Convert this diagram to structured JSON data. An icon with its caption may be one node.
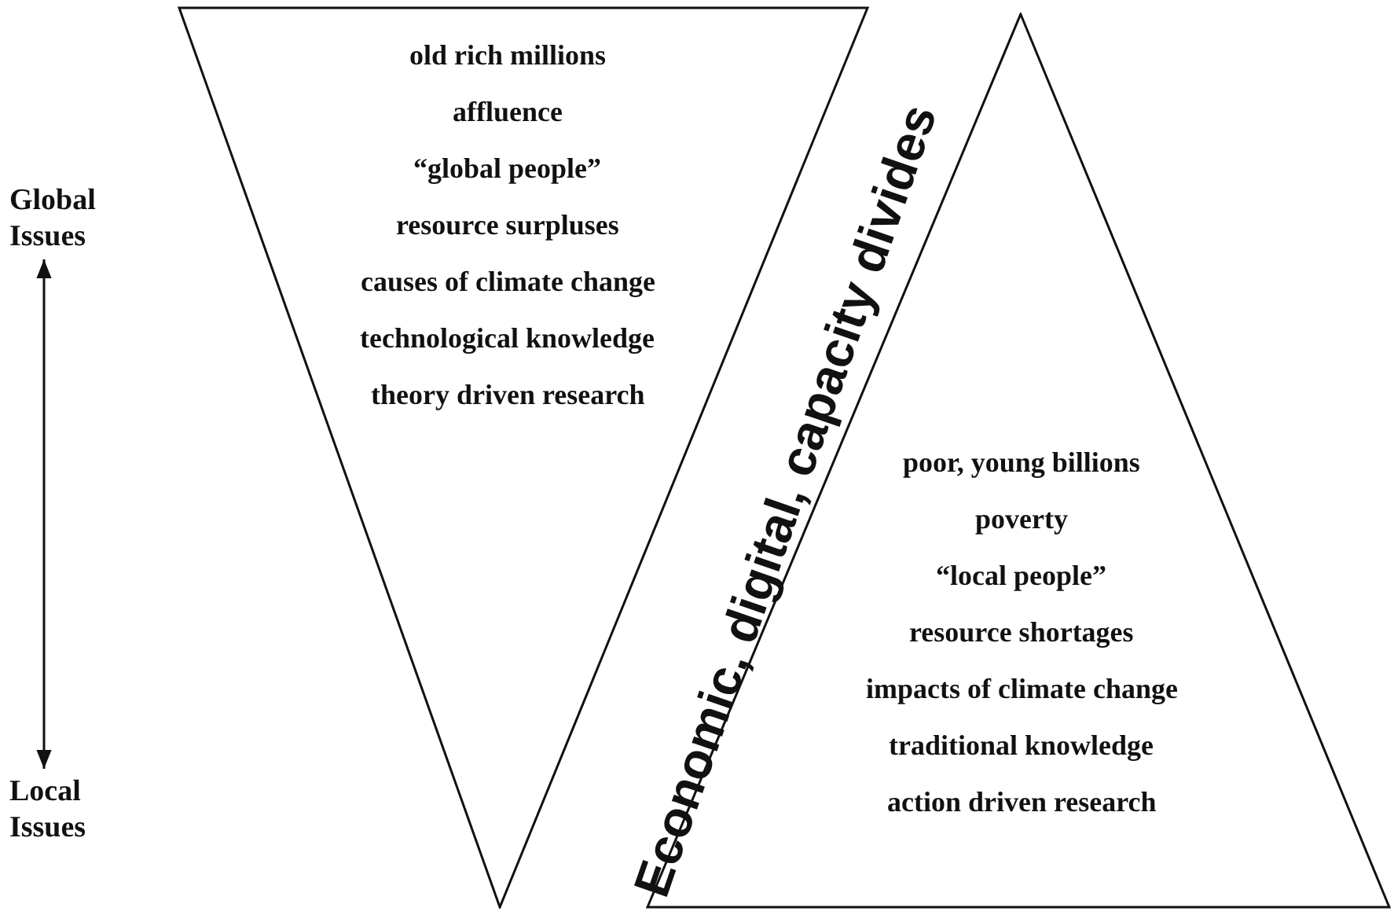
{
  "diagram": {
    "nodes": [
      {
        "text": [
          "Global Issues"
        ]
      },
      {
        "text": [
          "Local Issues"
        ]
      },
      {
        "text": [
          "old rich millions",
          "affluence",
          "“global people”",
          "resource surpluses",
          "causes of climate change",
          "technological knowledge",
          "theory driven research"
        ]
      },
      {
        "text": [
          "poor, young billions",
          "poverty",
          "“local people”",
          "resource shortages",
          "impacts of climate change",
          "traditional knowledge",
          "action driven research"
        ]
      }
    ],
    "edges": [
      {
        "from": 0,
        "to": 1,
        "arrow": "both"
      }
    ],
    "labels": [
      "Economic, digital, capacity divides"
    ]
  }
}
